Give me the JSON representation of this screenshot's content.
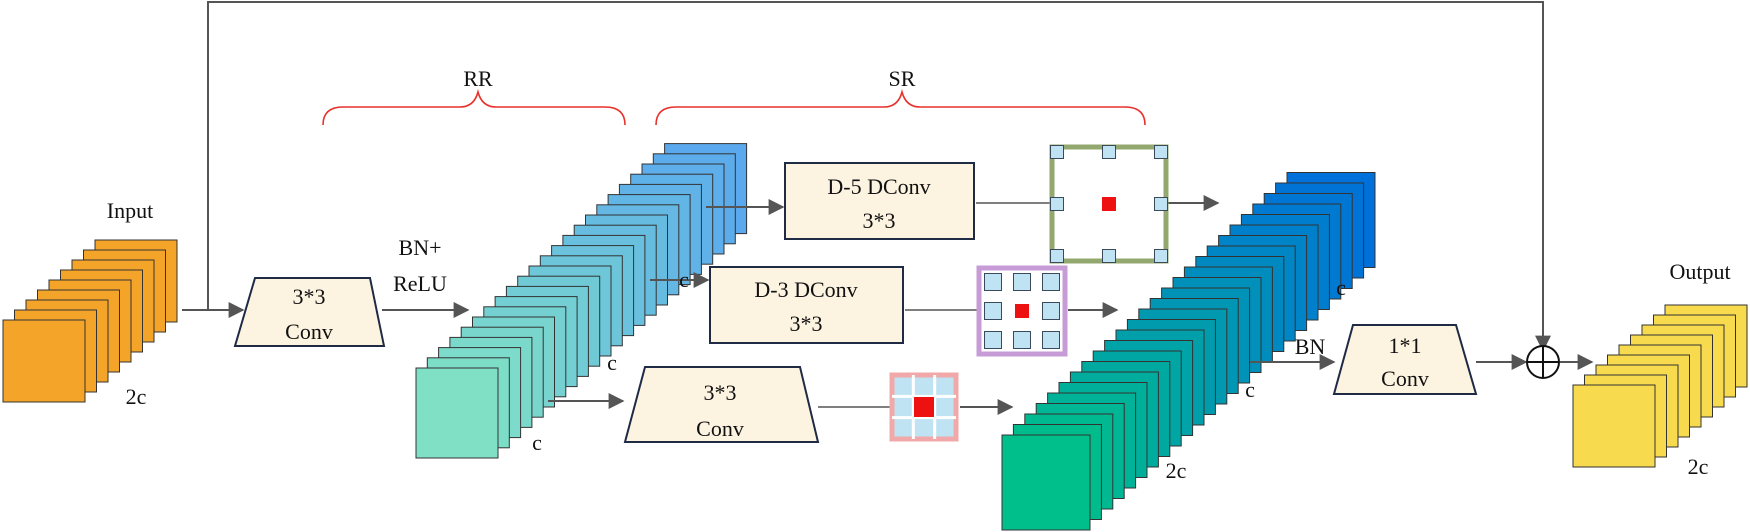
{
  "labels": {
    "input": "Input",
    "output": "Output",
    "bn_relu_line1": "BN+",
    "bn_relu_line2": "ReLU",
    "bn": "BN",
    "rr": "RR",
    "sr": "SR",
    "input_channels": "2c",
    "output_channels": "2c",
    "concat_channels": "2c",
    "rr_front_c": "c",
    "rr_mid_c": "c",
    "rr_back_c": "c",
    "concat_upper_c": "c",
    "concat_top_c": "c"
  },
  "blocks": {
    "conv_in": {
      "line1": "3*3",
      "line2": "Conv"
    },
    "dconv5": {
      "line1": "D-5 DConv",
      "line2": "3*3"
    },
    "dconv3": {
      "line1": "D-3 DConv",
      "line2": "3*3"
    },
    "conv_branch": {
      "line1": "3*3",
      "line2": "Conv"
    },
    "conv_out": {
      "line1": "1*1",
      "line2": "Conv"
    }
  },
  "colors": {
    "input_stack": "#F4A429",
    "output_stack": "#F7DA4E",
    "rr_stack_start": "#7FE0C6",
    "rr_stack_end": "#5AA9EE",
    "concat_stack_start": "#00BF8A",
    "concat_stack_end": "#0070DA",
    "block_fill": "#FDF3E1",
    "block_border": "#1F2A44",
    "brace": "#E8312B",
    "kernel5_border": "#93A86E",
    "kernel3_border": "#C79BD6",
    "kernel1_border": "#F1A8A8",
    "kernel_cell": "#BFE3F3",
    "kernel_center": "#EE1111",
    "arrow": "#555555"
  },
  "icons": {
    "sum": "circle-plus-icon"
  }
}
